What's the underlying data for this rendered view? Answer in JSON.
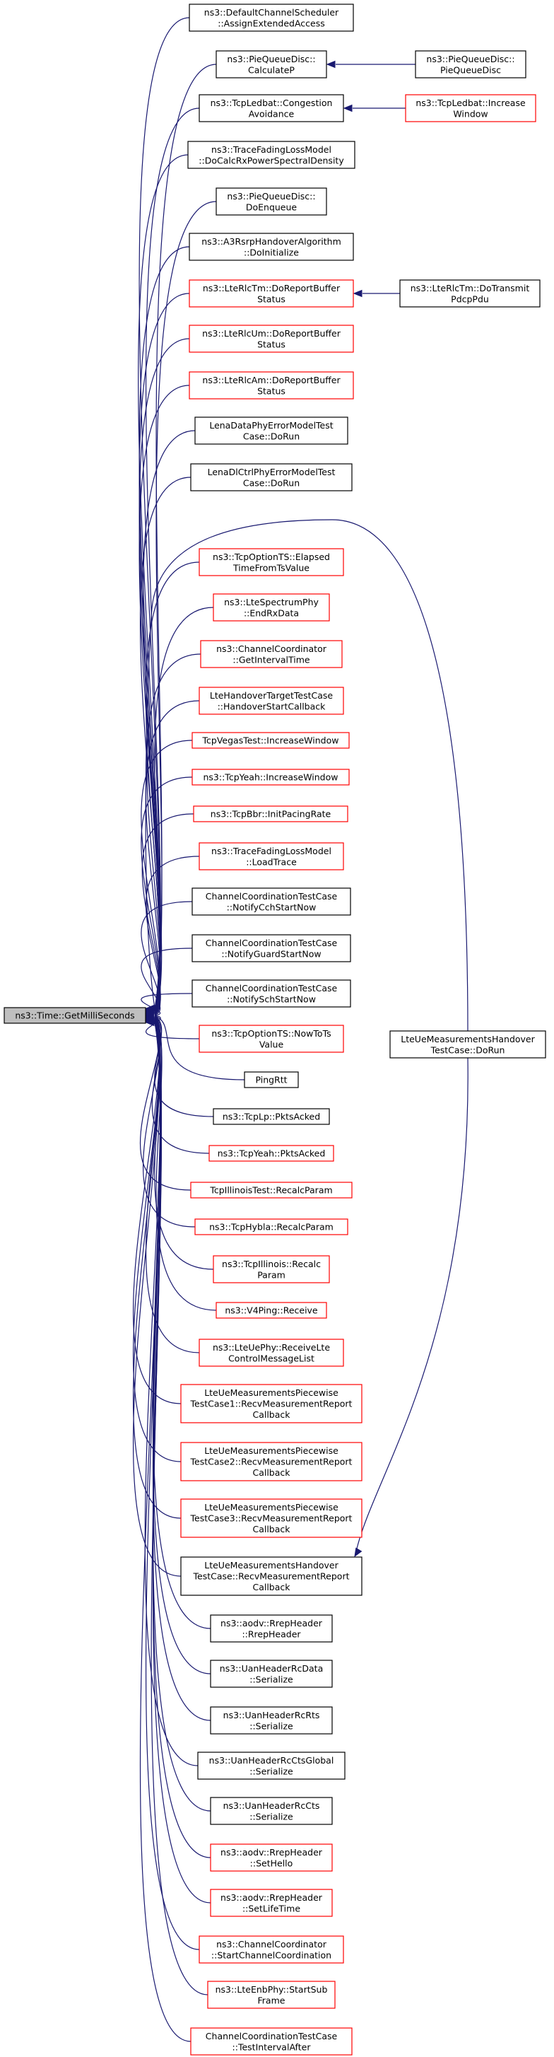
{
  "colors": {
    "edge": "#191970",
    "link_box": "#000000",
    "red_box": "#ff0000",
    "root_fill": "#bfbfbf"
  },
  "root": {
    "id": "root",
    "lines": [
      "ns3::Time::GetMilliSeconds"
    ]
  },
  "callers": [
    {
      "id": "n1",
      "lines": [
        "ns3::DefaultChannelScheduler",
        "::AssignExtendedAccess"
      ],
      "color": "black"
    },
    {
      "id": "n2",
      "lines": [
        "ns3::PieQueueDisc::",
        "CalculateP"
      ],
      "color": "black"
    },
    {
      "id": "n3",
      "lines": [
        "ns3::TcpLedbat::Congestion",
        "Avoidance"
      ],
      "color": "black"
    },
    {
      "id": "n4",
      "lines": [
        "ns3::TraceFadingLossModel",
        "::DoCalcRxPowerSpectralDensity"
      ],
      "color": "black"
    },
    {
      "id": "n5",
      "lines": [
        "ns3::PieQueueDisc::",
        "DoEnqueue"
      ],
      "color": "black"
    },
    {
      "id": "n6",
      "lines": [
        "ns3::A3RsrpHandoverAlgorithm",
        "::DoInitialize"
      ],
      "color": "black"
    },
    {
      "id": "n7",
      "lines": [
        "ns3::LteRlcTm::DoReportBuffer",
        "Status"
      ],
      "color": "red"
    },
    {
      "id": "n8",
      "lines": [
        "ns3::LteRlcUm::DoReportBuffer",
        "Status"
      ],
      "color": "red"
    },
    {
      "id": "n9",
      "lines": [
        "ns3::LteRlcAm::DoReportBuffer",
        "Status"
      ],
      "color": "red"
    },
    {
      "id": "n10",
      "lines": [
        "LenaDataPhyErrorModelTest",
        "Case::DoRun"
      ],
      "color": "black"
    },
    {
      "id": "n11",
      "lines": [
        "LenaDlCtrlPhyErrorModelTest",
        "Case::DoRun"
      ],
      "color": "black"
    },
    {
      "id": "n12",
      "lines": [
        "ns3::TcpOptionTS::Elapsed",
        "TimeFromTsValue"
      ],
      "color": "red"
    },
    {
      "id": "n13",
      "lines": [
        "ns3::LteSpectrumPhy",
        "::EndRxData"
      ],
      "color": "red"
    },
    {
      "id": "n14",
      "lines": [
        "ns3::ChannelCoordinator",
        "::GetIntervalTime"
      ],
      "color": "red"
    },
    {
      "id": "n15",
      "lines": [
        "LteHandoverTargetTestCase",
        "::HandoverStartCallback"
      ],
      "color": "red"
    },
    {
      "id": "n16",
      "lines": [
        "TcpVegasTest::IncreaseWindow"
      ],
      "color": "red"
    },
    {
      "id": "n17",
      "lines": [
        "ns3::TcpYeah::IncreaseWindow"
      ],
      "color": "red"
    },
    {
      "id": "n18",
      "lines": [
        "ns3::TcpBbr::InitPacingRate"
      ],
      "color": "red"
    },
    {
      "id": "n19",
      "lines": [
        "ns3::TraceFadingLossModel",
        "::LoadTrace"
      ],
      "color": "red"
    },
    {
      "id": "n20",
      "lines": [
        "ChannelCoordinationTestCase",
        "::NotifyCchStartNow"
      ],
      "color": "black"
    },
    {
      "id": "n21",
      "lines": [
        "ChannelCoordinationTestCase",
        "::NotifyGuardStartNow"
      ],
      "color": "black"
    },
    {
      "id": "n22",
      "lines": [
        "ChannelCoordinationTestCase",
        "::NotifySchStartNow"
      ],
      "color": "black"
    },
    {
      "id": "n23",
      "lines": [
        "ns3::TcpOptionTS::NowToTs",
        "Value"
      ],
      "color": "red"
    },
    {
      "id": "n24",
      "lines": [
        "PingRtt"
      ],
      "color": "black"
    },
    {
      "id": "n25",
      "lines": [
        "ns3::TcpLp::PktsAcked"
      ],
      "color": "black"
    },
    {
      "id": "n26",
      "lines": [
        "ns3::TcpYeah::PktsAcked"
      ],
      "color": "red"
    },
    {
      "id": "n27",
      "lines": [
        "TcpIllinoisTest::RecalcParam"
      ],
      "color": "red"
    },
    {
      "id": "n28",
      "lines": [
        "ns3::TcpHybla::RecalcParam"
      ],
      "color": "red"
    },
    {
      "id": "n29",
      "lines": [
        "ns3::TcpIllinois::Recalc",
        "Param"
      ],
      "color": "red"
    },
    {
      "id": "n30",
      "lines": [
        "ns3::V4Ping::Receive"
      ],
      "color": "red"
    },
    {
      "id": "n31",
      "lines": [
        "ns3::LteUePhy::ReceiveLte",
        "ControlMessageList"
      ],
      "color": "red"
    },
    {
      "id": "n32",
      "lines": [
        "LteUeMeasurementsPiecewise",
        "TestCase1::RecvMeasurementReport",
        "Callback"
      ],
      "color": "red"
    },
    {
      "id": "n33",
      "lines": [
        "LteUeMeasurementsPiecewise",
        "TestCase2::RecvMeasurementReport",
        "Callback"
      ],
      "color": "red"
    },
    {
      "id": "n34",
      "lines": [
        "LteUeMeasurementsPiecewise",
        "TestCase3::RecvMeasurementReport",
        "Callback"
      ],
      "color": "red"
    },
    {
      "id": "n35",
      "lines": [
        "LteUeMeasurementsHandover",
        "TestCase::RecvMeasurementReport",
        "Callback"
      ],
      "color": "black"
    },
    {
      "id": "n36",
      "lines": [
        "ns3::aodv::RrepHeader",
        "::RrepHeader"
      ],
      "color": "black"
    },
    {
      "id": "n37",
      "lines": [
        "ns3::UanHeaderRcData",
        "::Serialize"
      ],
      "color": "black"
    },
    {
      "id": "n38",
      "lines": [
        "ns3::UanHeaderRcRts",
        "::Serialize"
      ],
      "color": "black"
    },
    {
      "id": "n39",
      "lines": [
        "ns3::UanHeaderRcCtsGlobal",
        "::Serialize"
      ],
      "color": "black"
    },
    {
      "id": "n40",
      "lines": [
        "ns3::UanHeaderRcCts",
        "::Serialize"
      ],
      "color": "black"
    },
    {
      "id": "n41",
      "lines": [
        "ns3::aodv::RrepHeader",
        "::SetHello"
      ],
      "color": "red"
    },
    {
      "id": "n42",
      "lines": [
        "ns3::aodv::RrepHeader",
        "::SetLifeTime"
      ],
      "color": "red"
    },
    {
      "id": "n43",
      "lines": [
        "ns3::ChannelCoordinator",
        "::StartChannelCoordination"
      ],
      "color": "red"
    },
    {
      "id": "n44",
      "lines": [
        "ns3::LteEnbPhy::StartSub",
        "Frame"
      ],
      "color": "red"
    },
    {
      "id": "n45",
      "lines": [
        "ChannelCoordinationTestCase",
        "::TestIntervalAfter"
      ],
      "color": "red"
    }
  ],
  "second_level": [
    {
      "id": "s1",
      "lines": [
        "ns3::PieQueueDisc::",
        "PieQueueDisc"
      ],
      "color": "black",
      "calls": "n2"
    },
    {
      "id": "s2",
      "lines": [
        "ns3::TcpLedbat::Increase",
        "Window"
      ],
      "color": "red",
      "calls": "n3"
    },
    {
      "id": "s3",
      "lines": [
        "ns3::LteRlcTm::DoTransmit",
        "PdcpPdu"
      ],
      "color": "black",
      "calls": "n7"
    },
    {
      "id": "s4",
      "lines": [
        "LteUeMeasurementsHandover",
        "TestCase::DoRun"
      ],
      "color": "black",
      "calls": "n35"
    }
  ]
}
